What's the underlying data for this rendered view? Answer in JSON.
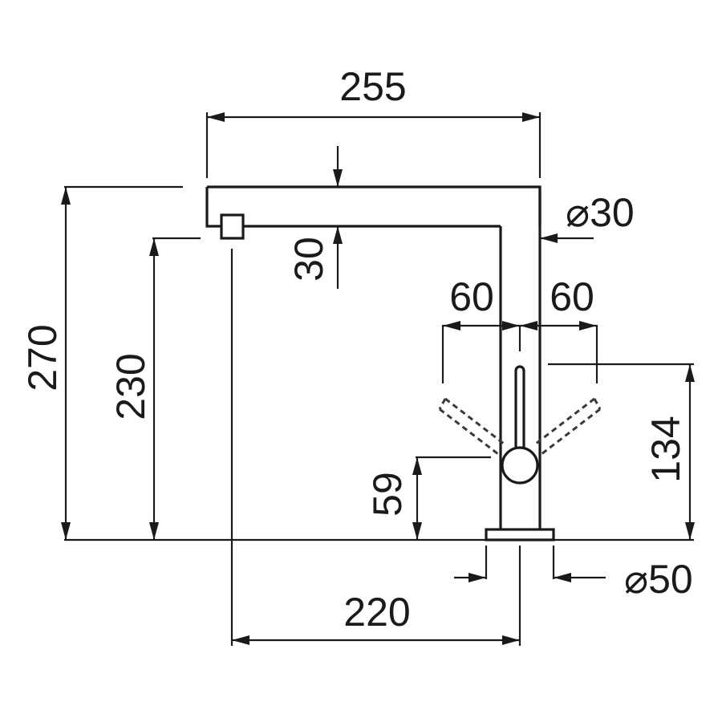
{
  "dimensions": {
    "width_total": "255",
    "spout_height": "30",
    "spout_diameter": "⌀30",
    "swing_left": "60",
    "swing_right": "60",
    "height_total": "270",
    "height_outlet": "230",
    "lever_height": "134",
    "handle_height": "59",
    "reach": "220",
    "base_diameter": "⌀50"
  }
}
